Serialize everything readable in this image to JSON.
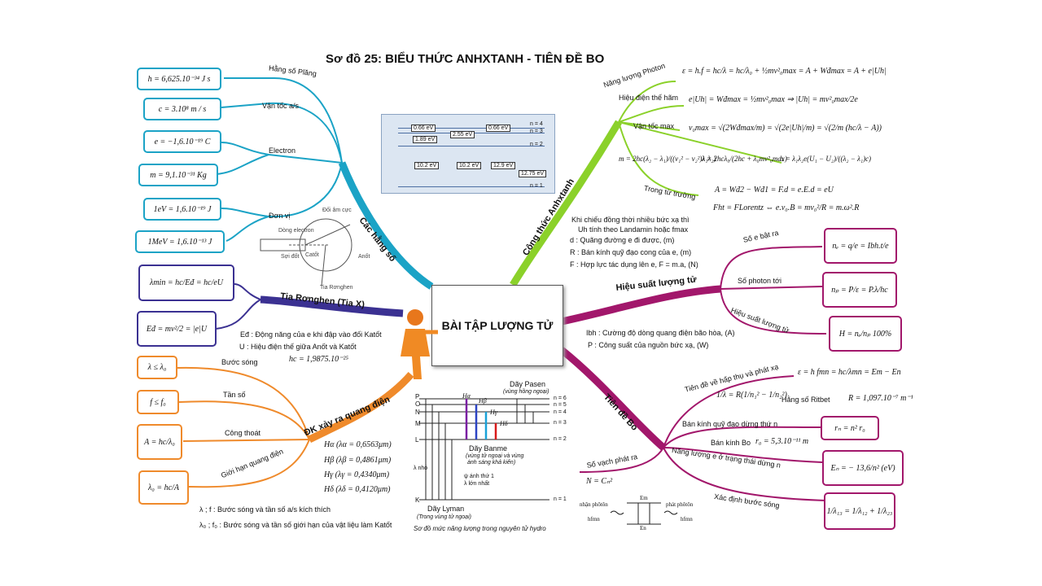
{
  "title": "Sơ đồ 25: BIỂU THỨC ANHXTANH - TIÊN ĐỀ BO",
  "center": "BÀI TẬP LƯỢNG TỬ",
  "branches": {
    "constants": "Các hằng số",
    "xray": "Tia Rơnghen (Tia X)",
    "photo_cond": "ĐK xảy ra quang điện",
    "einstein": "Công thức Anhxtanh",
    "efficiency": "Hiệu suất lượng tử",
    "bohr": "Tiên đề Bo"
  },
  "constants": {
    "labels": [
      "Hằng số Plăng",
      "Vận tốc a/s",
      "Electron",
      "Đơn vị"
    ],
    "boxes": [
      "h = 6,625.10⁻³⁴ J s",
      "c = 3.10⁸ m / s",
      "e = −1,6.10⁻¹⁹ C",
      "m = 9,1.10⁻³¹ Kg",
      "1eV = 1,6.10⁻¹⁹ J",
      "1MeV = 1,6.10⁻¹³ J"
    ],
    "tube_labels": [
      "Đối âm cực",
      "Dòng electron",
      "Catốt",
      "Sợi đốt",
      "Anốt",
      "Tia Rơnghen"
    ]
  },
  "xray": {
    "boxes": [
      "λmin = hc/Eđ = hc/eU",
      "Eđ = mv²/2 = |e|U"
    ],
    "notes": [
      "Eđ : Động năng của e khi đập vào đối Katốt",
      "U : Hiệu điện thế giữa Anốt và Katốt"
    ],
    "constant": "hc = 1,9875.10⁻²⁵"
  },
  "photo_cond": {
    "labels": [
      "Bước sóng",
      "Tần số",
      "Công thoát",
      "Giới hạn quang điện"
    ],
    "boxes": [
      "λ ≤ λ₀",
      "f ≤ f₀",
      "A = hc/λ₀",
      "λ₀ = hc/A"
    ],
    "lines": [
      "Hα (λα = 0,6563μm)",
      "Hβ (λβ = 0,4861μm)",
      "Hγ (λγ = 0,4340μm)",
      "Hδ (λδ = 0,4120μm)"
    ],
    "notes": [
      "λ ; f : Bước sóng và tần số a/s kích thích",
      "λ₀ ; f₀ : Bước sóng và tần số giới hạn của vật liệu làm Katốt"
    ]
  },
  "einstein": {
    "labels": [
      "Năng lượng Photon",
      "Hiệu điện thế hãm",
      "Vận tốc max",
      "Trong từ trường"
    ],
    "formulas": [
      "ε = h.f = hc/λ = hc/λ₀ + ½mv²₀max = A + Wđmax = A + e|Uh|",
      "e|Uh| = Wđmax = ½mv²₀max ⇒ |Uh| = mv²₀max/2e",
      "v₀max = √(2Wđmax/m) = √(2e|Uh|/m) = √(2/m (hc/λ − A))",
      "m = 2hc(λ₂ − λ₁)/((v₁² − v₂²)λ₁λ₂)",
      "λ = 2hcλ₀/(2hc + λ₀mv²₀max)",
      "h = λ₁λ₂e(U₁ − U₂)/((λ₂ − λ₁)c)",
      "A = Wđ2 − Wđ1 = F.d = e.E.d = eU",
      "Fht = FLorentz ⇔ e.v₀.B = mv₀²/R = m.ω².R"
    ],
    "notes": [
      "Khi chiếu đồng thời nhiều bức xạ thì",
      "Uh tính theo Landamin hoặc fmax",
      "d : Quãng đường e đi được, (m)",
      "R : Bán kính quỹ đạo cong của e, (m)",
      "F : Hợp lực tác dụng lên e, F = m.a, (N)"
    ]
  },
  "efficiency": {
    "labels": [
      "Số e bật ra",
      "Số photon tới",
      "Hiệu suất lượng tử"
    ],
    "boxes": [
      "nₑ = q/e = Ibh.t/e",
      "nₚ = P/ε = P.λ/hc",
      "H = nₑ/nₚ 100%"
    ],
    "notes": [
      "Ibh : Cường độ dòng quang điện bão hòa, (A)",
      "P : Công suất của nguồn bức xạ, (W)"
    ]
  },
  "bohr": {
    "labels": [
      "Tiên đề về hấp thụ và phát xạ",
      "Hằng số Ritbet",
      "Bán kính quỹ đạo dừng thứ n",
      "Bán kính Bo",
      "Năng lượng e ở trạng thái dừng n",
      "Số vạch phát ra",
      "Xác định bước sóng"
    ],
    "formulas": [
      "ε = h fmn = hc/λmn = Em − En",
      "1/λ = R(1/n₁² − 1/n₂²)",
      "R = 1,097.10⁻⁷ m⁻¹",
      "r₀ = 5,3.10⁻¹¹ m",
      "N = Cₙ²"
    ],
    "boxes": [
      "rₙ = n² r₀",
      "Eₙ = − 13,6/n² (eV)",
      "1/λ₁₃ = 1/λ₁₂ + 1/λ₂₃"
    ],
    "emit": [
      "nhận phôtôn",
      "hfmn",
      "phát phôtôn",
      "hfmn",
      "Em",
      "En"
    ]
  },
  "energy_diagram": {
    "labels": [
      "0.66 eV",
      "2.55 eV",
      "0.66 eV",
      "1.89 eV",
      "10.2 eV",
      "10.2 eV",
      "12.9 eV",
      "12.75 eV"
    ],
    "levels": [
      "n = 4",
      "n = 3",
      "n = 2",
      "n = 1"
    ]
  },
  "hydrogen": {
    "shells": [
      "P",
      "O",
      "N",
      "M",
      "L",
      "K"
    ],
    "levels": [
      "n = 6",
      "n = 5",
      "n = 4",
      "n = 3",
      "n = 2",
      "n = 1"
    ],
    "series": [
      "Dãy Pasen",
      "(vùng hồng ngoại)",
      "Dãy Banme",
      "(vùng tử ngoại và vùng",
      "ánh sáng khả kiến)",
      "Dãy Lyman",
      "(Trong vùng tử ngoại)"
    ],
    "lines": [
      "Hα",
      "Hβ",
      "Hγ",
      "Hδ"
    ],
    "notes": [
      "λ nhỏ",
      "ψ ánh thứ 1",
      "λ lớn nhất"
    ],
    "caption": "Sơ đồ mức năng lượng trong nguyên tử hydro"
  },
  "colors": {
    "constants": "#1ba3c6",
    "xray": "#3b3192",
    "photo": "#ef8a2b",
    "einstein": "#8bd12a",
    "efficiency": "#a2176b",
    "bohr": "#a2176b"
  }
}
